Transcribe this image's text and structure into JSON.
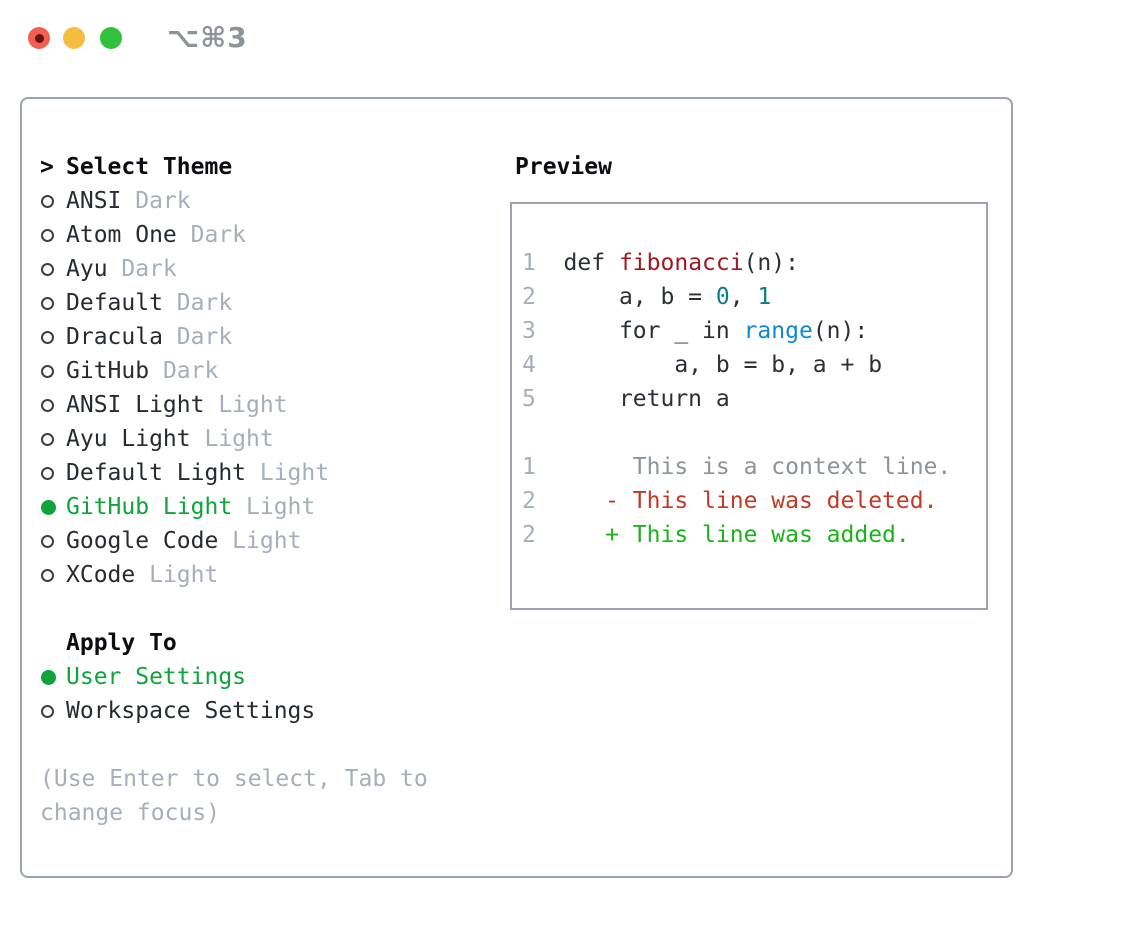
{
  "titlebar": {
    "shortcut": "⌥⌘3"
  },
  "theme_panel": {
    "header": {
      "marker": ">",
      "label": "Select Theme"
    },
    "themes": [
      {
        "name": "ANSI",
        "variant": "Dark",
        "selected": false
      },
      {
        "name": "Atom One",
        "variant": "Dark",
        "selected": false
      },
      {
        "name": "Ayu",
        "variant": "Dark",
        "selected": false
      },
      {
        "name": "Default",
        "variant": "Dark",
        "selected": false
      },
      {
        "name": "Dracula",
        "variant": "Dark",
        "selected": false
      },
      {
        "name": "GitHub",
        "variant": "Dark",
        "selected": false
      },
      {
        "name": "ANSI Light",
        "variant": "Light",
        "selected": false
      },
      {
        "name": "Ayu Light",
        "variant": "Light",
        "selected": false
      },
      {
        "name": "Default Light",
        "variant": "Light",
        "selected": false
      },
      {
        "name": "GitHub Light",
        "variant": "Light",
        "selected": true
      },
      {
        "name": "Google Code",
        "variant": "Light",
        "selected": false
      },
      {
        "name": "XCode",
        "variant": "Light",
        "selected": false
      }
    ],
    "apply_to": {
      "label": "Apply To",
      "options": [
        {
          "name": "User Settings",
          "selected": true
        },
        {
          "name": "Workspace Settings",
          "selected": false
        }
      ]
    },
    "hint_lines": [
      "(Use Enter to select, Tab to",
      "change focus)"
    ]
  },
  "preview": {
    "label": "Preview",
    "lines": [
      {
        "number": "1",
        "segments": [
          {
            "text": "  def ",
            "style": "code"
          },
          {
            "text": "fibonacci",
            "style": "function"
          },
          {
            "text": "(n):",
            "style": "code"
          }
        ]
      },
      {
        "number": "2",
        "segments": [
          {
            "text": "      a, b = ",
            "style": "code"
          },
          {
            "text": "0",
            "style": "number"
          },
          {
            "text": ", ",
            "style": "code"
          },
          {
            "text": "1",
            "style": "number"
          }
        ]
      },
      {
        "number": "3",
        "segments": [
          {
            "text": "      for _ in ",
            "style": "code"
          },
          {
            "text": "range",
            "style": "builtin"
          },
          {
            "text": "(n):",
            "style": "code"
          }
        ]
      },
      {
        "number": "4",
        "segments": [
          {
            "text": "          a, b = b, a + b",
            "style": "code"
          }
        ]
      },
      {
        "number": "5",
        "segments": [
          {
            "text": "      return a",
            "style": "code"
          }
        ]
      },
      {
        "number": "",
        "segments": []
      },
      {
        "number": "1",
        "segments": [
          {
            "text": "       This is a context line.",
            "style": "context"
          }
        ]
      },
      {
        "number": "2",
        "segments": [
          {
            "text": "     ",
            "style": "code"
          },
          {
            "text": "- This line was deleted.",
            "style": "deleted"
          }
        ]
      },
      {
        "number": "2",
        "segments": [
          {
            "text": "     ",
            "style": "code"
          },
          {
            "text": "+ This line was added.",
            "style": "added"
          }
        ]
      }
    ]
  },
  "colors": {
    "green": "#0fa33c",
    "text": "#262b31",
    "bold": "#0b0d10",
    "muted": "#a6aebb",
    "border": "#9aa3ad",
    "lnum": "#a5afbc",
    "code": "#2b3036",
    "context": "#8b939c",
    "fn": "#9d191d",
    "num": "#0d7d87",
    "builtin": "#0f88d1",
    "del": "#c13a24",
    "add": "#1cb41c",
    "ring": "#3a4047",
    "shortcut": "#8e939a",
    "trafficRed": "#f25e52",
    "trafficRedDot": "#651410",
    "trafficYellow": "#f5bd40",
    "trafficGreen": "#32c13c"
  }
}
